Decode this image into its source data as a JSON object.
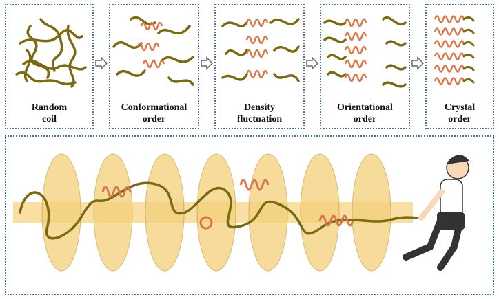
{
  "stages": [
    {
      "line1": "Random",
      "line2": "coil"
    },
    {
      "line1": "Conformational",
      "line2": "order"
    },
    {
      "line1": "Density",
      "line2": "fluctuation"
    },
    {
      "line1": "Orientational",
      "line2": "order"
    },
    {
      "line1": "Crystal",
      "line2": "order"
    }
  ],
  "colors": {
    "chain": "#7a6a12",
    "helix": "#d9764a",
    "frame": "#4a6f9c",
    "disk": "#f3cf7a",
    "rod": "#f6c45a"
  },
  "icons": [
    "process-arrow-icon",
    "stretching-person-illustration"
  ]
}
